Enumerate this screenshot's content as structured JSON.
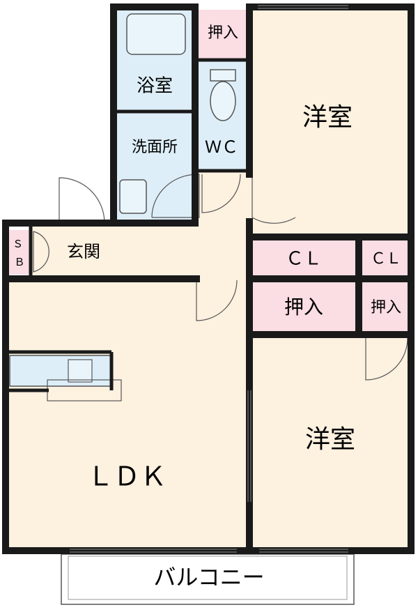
{
  "rooms": {
    "western_top": "洋室",
    "western_bottom": "洋室",
    "ldk": "ＬＤＫ",
    "bath": "浴室",
    "washroom": "洗面所",
    "wc": "ＷＣ",
    "entrance": "玄関",
    "shoe_box": "ＳＢ",
    "closet_large": "ＣＬ",
    "closet_small": "ＣＬ",
    "oshiire_top": "押入",
    "oshiire_mid": "押入",
    "oshiire_small": "押入",
    "balcony": "バルコニー"
  },
  "colors": {
    "room_fill": "#fdf1e0",
    "wet_fill": "#ddeef8",
    "storage_fill": "#fbdde4",
    "wall": "#1a1a1a"
  }
}
